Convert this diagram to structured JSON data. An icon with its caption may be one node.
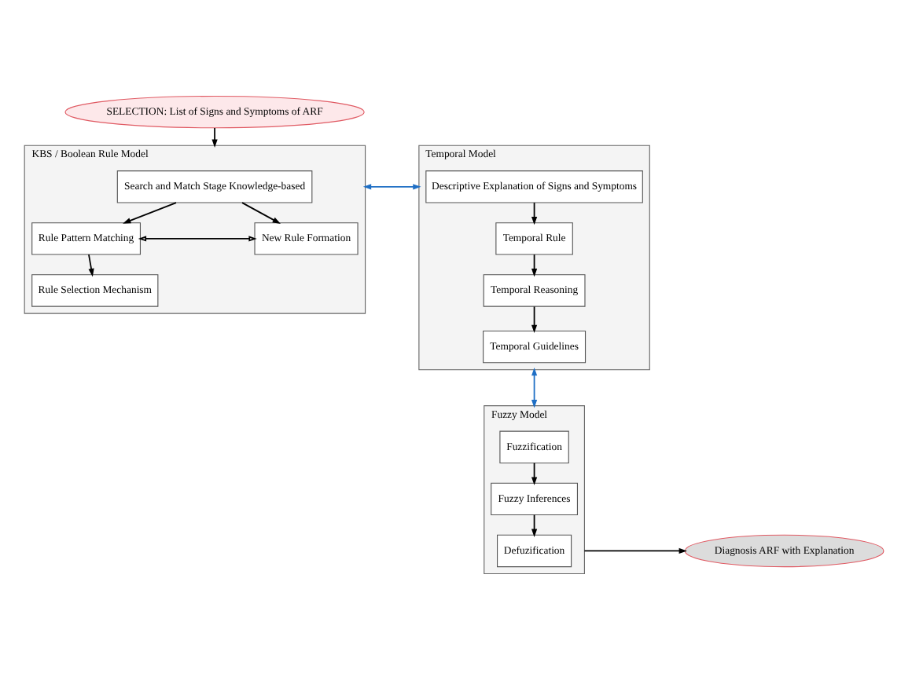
{
  "diagram": {
    "nodes": [
      {
        "text": [
          "SELECTION: List of Signs and Symptoms of ARF"
        ]
      },
      {
        "text": [
          "KBS / Boolean Rule Model"
        ]
      },
      {
        "text": [
          "Search and Match Stage Knowledge-based"
        ],
        "in": 1
      },
      {
        "text": [
          "Rule Pattern Matching"
        ],
        "in": 1
      },
      {
        "text": [
          "New Rule Formation"
        ],
        "in": 1
      },
      {
        "text": [
          "Rule Selection Mechanism"
        ],
        "in": 1
      },
      {
        "text": [
          "Temporal Model"
        ]
      },
      {
        "text": [
          "Descriptive Explanation of Signs and Symptoms"
        ],
        "in": 6
      },
      {
        "text": [
          "Temporal Rule"
        ],
        "in": 6
      },
      {
        "text": [
          "Temporal Reasoning"
        ],
        "in": 6
      },
      {
        "text": [
          "Temporal Guidelines"
        ],
        "in": 6
      },
      {
        "text": [
          "Fuzzy Model"
        ]
      },
      {
        "text": [
          "Fuzzification"
        ],
        "in": 11
      },
      {
        "text": [
          "Fuzzy Inferences"
        ],
        "in": 11
      },
      {
        "text": [
          "Defuzification"
        ],
        "in": 11
      },
      {
        "text": [
          "Diagnosis ARF with Explanation"
        ]
      }
    ],
    "edges": [
      {
        "from": 0,
        "to": 1,
        "arrow": "to"
      },
      {
        "from": 2,
        "to": 3,
        "arrow": "to"
      },
      {
        "from": 2,
        "to": 4,
        "arrow": "to"
      },
      {
        "from": 3,
        "to": 4,
        "arrow": "both"
      },
      {
        "from": 3,
        "to": 5,
        "arrow": "to"
      },
      {
        "from": 1,
        "to": 6,
        "arrow": "both",
        "color": "#1f6fc5"
      },
      {
        "from": 7,
        "to": 8,
        "arrow": "to"
      },
      {
        "from": 8,
        "to": 9,
        "arrow": "to"
      },
      {
        "from": 9,
        "to": 10,
        "arrow": "to"
      },
      {
        "from": 6,
        "to": 11,
        "arrow": "both",
        "color": "#1f6fc5"
      },
      {
        "from": 12,
        "to": 13,
        "arrow": "to"
      },
      {
        "from": 13,
        "to": 14,
        "arrow": "to"
      },
      {
        "from": 11,
        "to": 15,
        "arrow": "to"
      }
    ]
  }
}
